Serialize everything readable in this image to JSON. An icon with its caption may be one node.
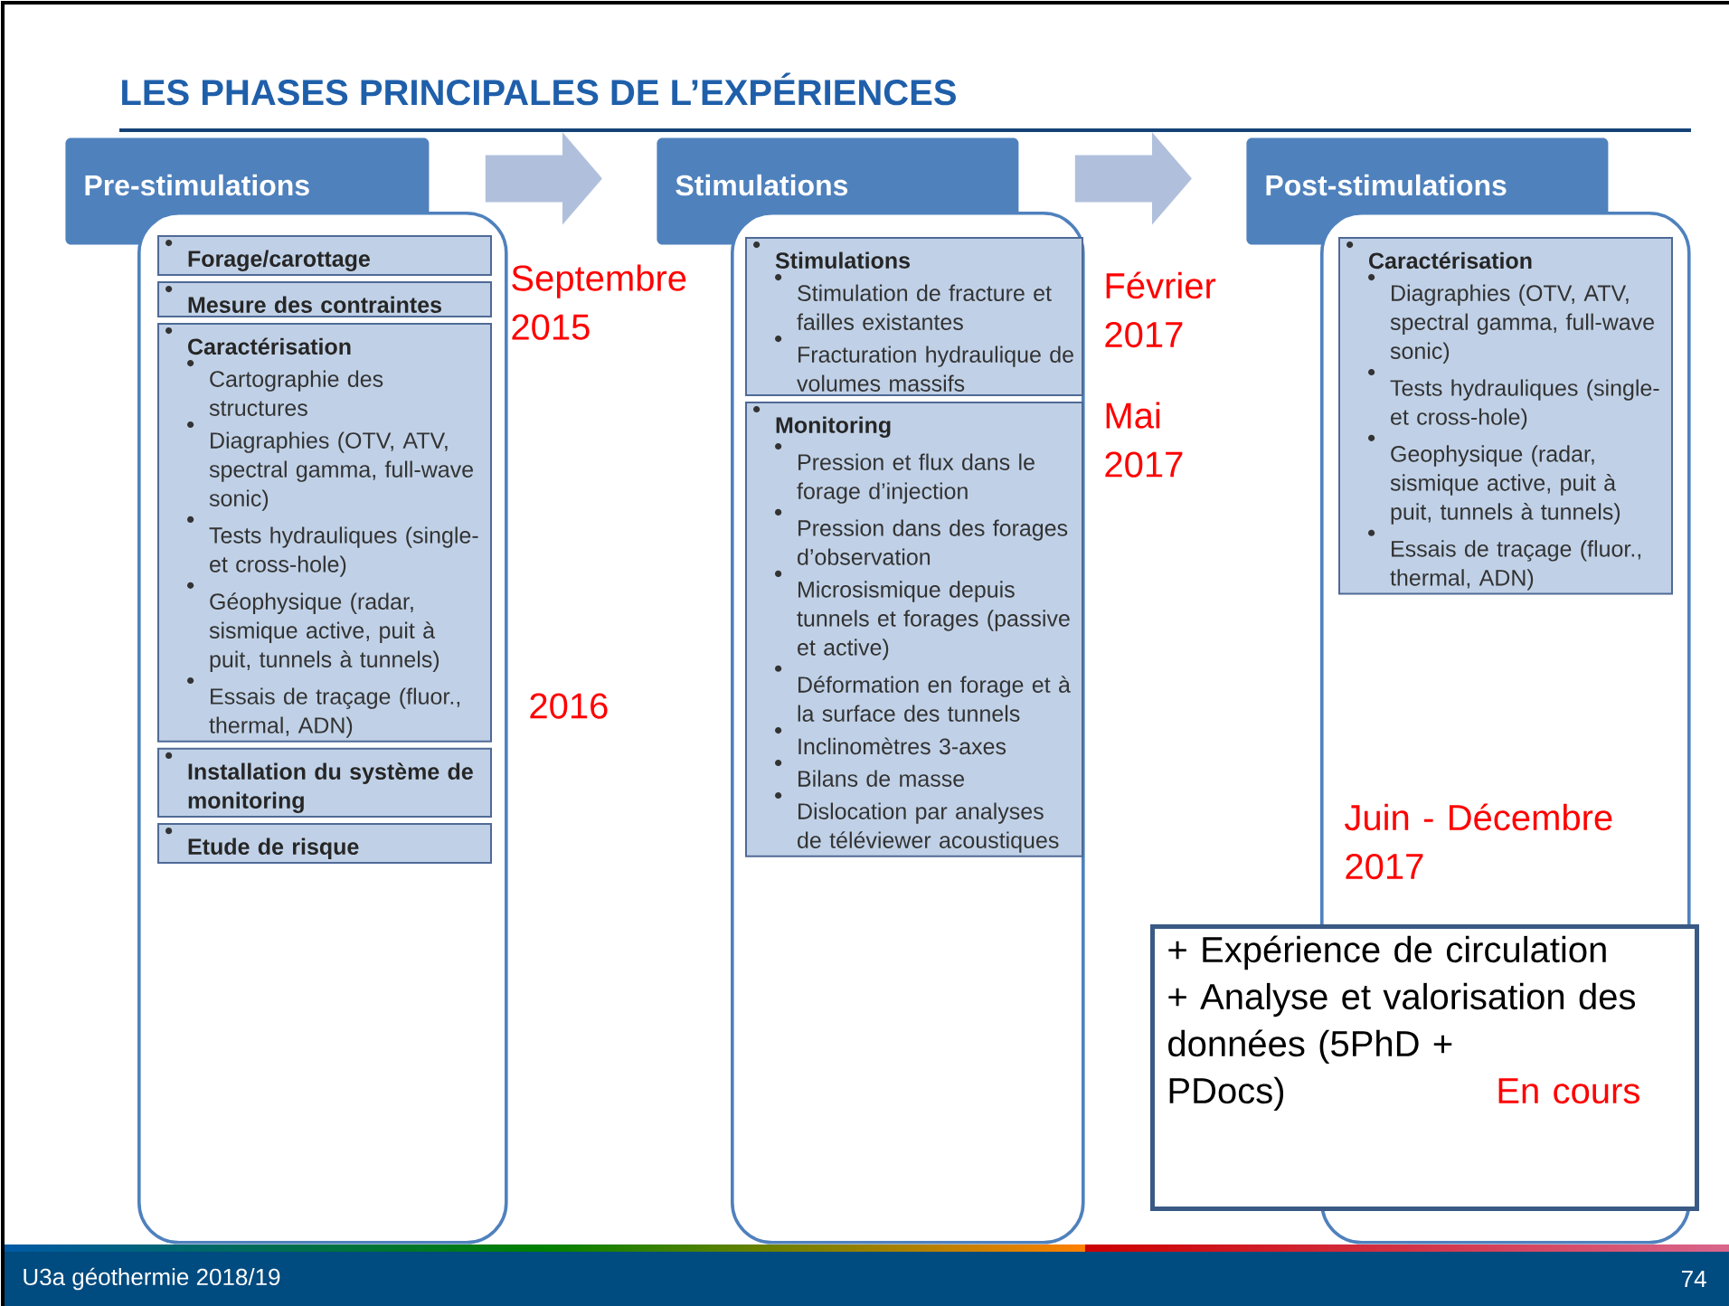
{
  "diagram": {
    "title": "LES PHASES PRINCIPALES DE L’EXPÉRIENCES",
    "nodes": [
      {
        "text": [
          "Pre-stimulations"
        ]
      },
      {
        "text": [],
        "shape": "box"
      },
      {
        "text": [
          "Forage/carottage"
        ],
        "in": 1
      },
      {
        "text": [
          "Mesure des contraintes"
        ],
        "in": 1
      },
      {
        "text": [
          "Caractérisation",
          "Cartographie des structures",
          "Diagraphies (OTV, ATV, spectral gamma, full-wave sonic)",
          "Tests hydrauliques (single- et cross-hole)",
          "Géophysique (radar, sismique active, puit à puit, tunnels à tunnels)",
          "Essais de traçage (fluor., thermal, ADN)"
        ],
        "in": 1
      },
      {
        "text": [
          "Installation du système de monitoring"
        ],
        "in": 1
      },
      {
        "text": [
          "Etude de risque"
        ],
        "in": 1
      },
      {
        "text": [
          "Stimulations"
        ]
      },
      {
        "text": [],
        "shape": "box"
      },
      {
        "text": [
          "Stimulations",
          "Stimulation de fracture et failles existantes",
          "Fracturation hydraulique de volumes massifs"
        ],
        "in": 8
      },
      {
        "text": [
          "Monitoring",
          "Pression et flux dans le forage d’injection",
          "Pression dans des forages d’observation",
          "Microsismique depuis tunnels et forages (passive et active)",
          "Déformation en forage et à la surface des tunnels",
          "Inclinomètres 3-axes",
          "Bilans de masse",
          "Dislocation par analyses de téléviewer acoustiques"
        ],
        "in": 8
      },
      {
        "text": [
          "Post-stimulations"
        ]
      },
      {
        "text": [],
        "shape": "box"
      },
      {
        "text": [
          "Caractérisation",
          "Diagraphies (OTV, ATV, spectral gamma, full-wave sonic)",
          "Tests hydrauliques (single- et cross-hole)",
          "Geophysique (radar, sismique active, puit à puit, tunnels à tunnels)",
          "Essais de traçage (fluor., thermal, ADN)"
        ],
        "in": 12
      },
      {
        "text": [
          "+ Expérience de circulation",
          "+ Analyse et valorisation des données (5PhD + PDocs)",
          "En cours"
        ]
      }
    ],
    "edges": [
      {
        "from": 0,
        "to": 7,
        "arrow": "to"
      },
      {
        "from": 7,
        "to": 11,
        "arrow": "to"
      }
    ],
    "labels": [
      "Septembre 2015",
      "Février 2017",
      "Mai 2017",
      "2016",
      "Juin - Décembre 2017",
      "U3a géothermie 2018/19",
      "74"
    ]
  }
}
